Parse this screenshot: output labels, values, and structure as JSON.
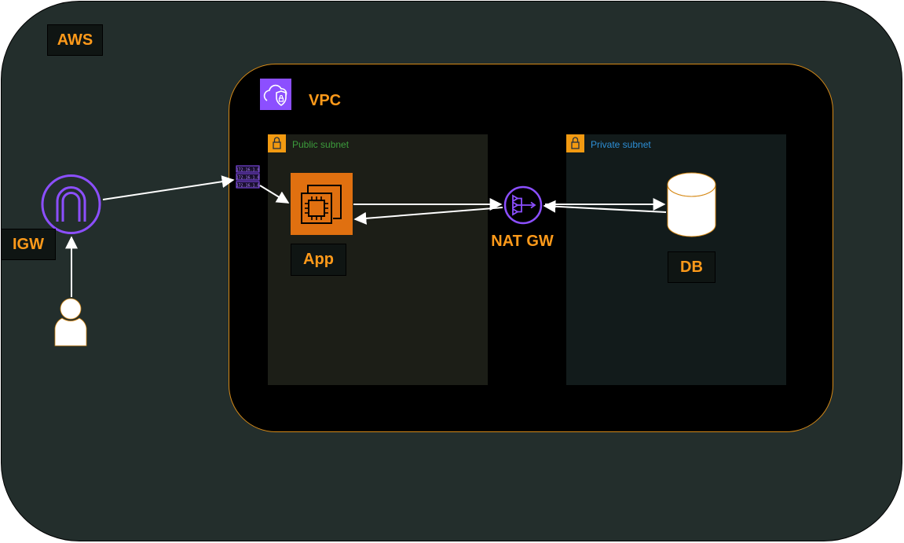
{
  "labels": {
    "aws": "AWS",
    "vpc": "VPC",
    "public_subnet": "Public subnet",
    "private_subnet": "Private subnet",
    "app": "App",
    "nat_gw": "NAT GW",
    "db": "DB",
    "igw": "IGW"
  },
  "route_table_entries": [
    "172.16.1.0",
    "172.16.1.0",
    "172.16.1.0"
  ],
  "icons": {
    "vpc": "vpc-cloud-shield-icon",
    "lock": "lock-icon",
    "app": "ec2-instance-chip-icon",
    "nat": "nat-gateway-icon",
    "db": "database-cylinder-icon",
    "igw": "internet-gateway-icon",
    "user": "user-icon",
    "route_table": "route-table-icon"
  },
  "colors": {
    "aws_accent": "#ff9a1a",
    "vpc_purple": "#8c4fff",
    "ec2_orange": "#e07010",
    "public_subnet_text": "#3c9c3c",
    "private_subnet_text": "#2d8fd6"
  }
}
